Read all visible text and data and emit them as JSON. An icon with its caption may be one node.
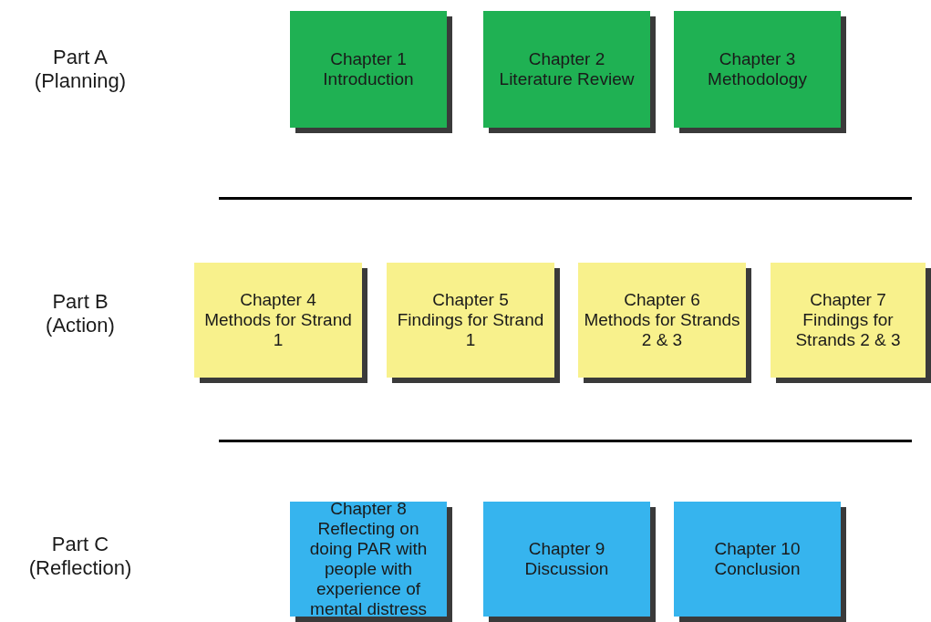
{
  "diagram": {
    "nodes": [
      {
        "text": [
          "Chapter 1",
          "Introduction"
        ]
      },
      {
        "text": [
          "Chapter 2",
          "Literature Review"
        ]
      },
      {
        "text": [
          "Chapter 3",
          "Methodology"
        ]
      },
      {
        "text": [
          "Chapter 4",
          "Methods for Strand 1"
        ]
      },
      {
        "text": [
          "Chapter 5",
          "Findings for Strand 1"
        ]
      },
      {
        "text": [
          "Chapter 6",
          "Methods for Strands 2 & 3"
        ]
      },
      {
        "text": [
          "Chapter 7",
          "Findings for Strands 2 & 3"
        ]
      },
      {
        "text": [
          "Chapter 8",
          "Reflecting on doing PAR with people with experience of mental distress"
        ]
      },
      {
        "text": [
          "Chapter 9",
          "Discussion"
        ]
      },
      {
        "text": [
          "Chapter 10",
          "Conclusion"
        ]
      }
    ],
    "edges": [],
    "labels": [
      "Part A (Planning)",
      "Part B (Action)",
      "Part C (Reflection)"
    ]
  }
}
